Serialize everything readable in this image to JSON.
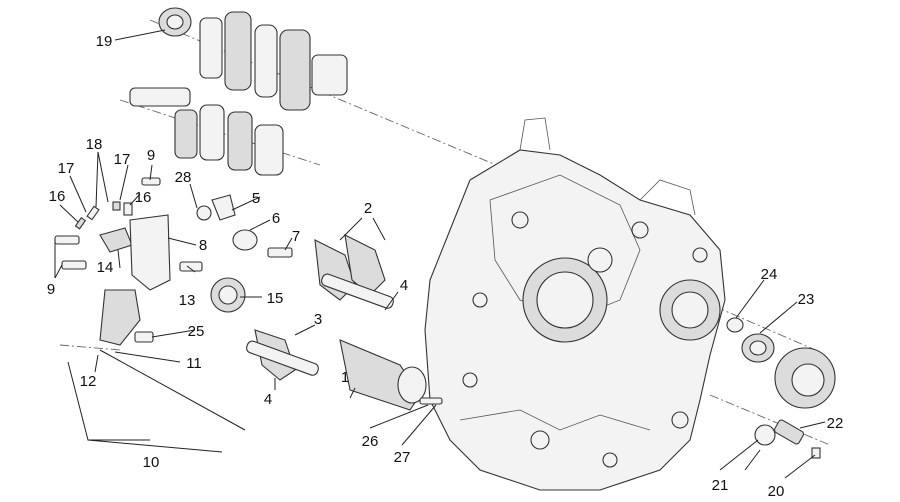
{
  "labels": [
    "1",
    "2",
    "3",
    "4",
    "4",
    "5",
    "6",
    "7",
    "8",
    "9",
    "9",
    "10",
    "11",
    "12",
    "13",
    "14",
    "15",
    "16",
    "16",
    "17",
    "17",
    "18",
    "19",
    "20",
    "21",
    "22",
    "23",
    "24",
    "25",
    "26",
    "27",
    "28"
  ]
}
